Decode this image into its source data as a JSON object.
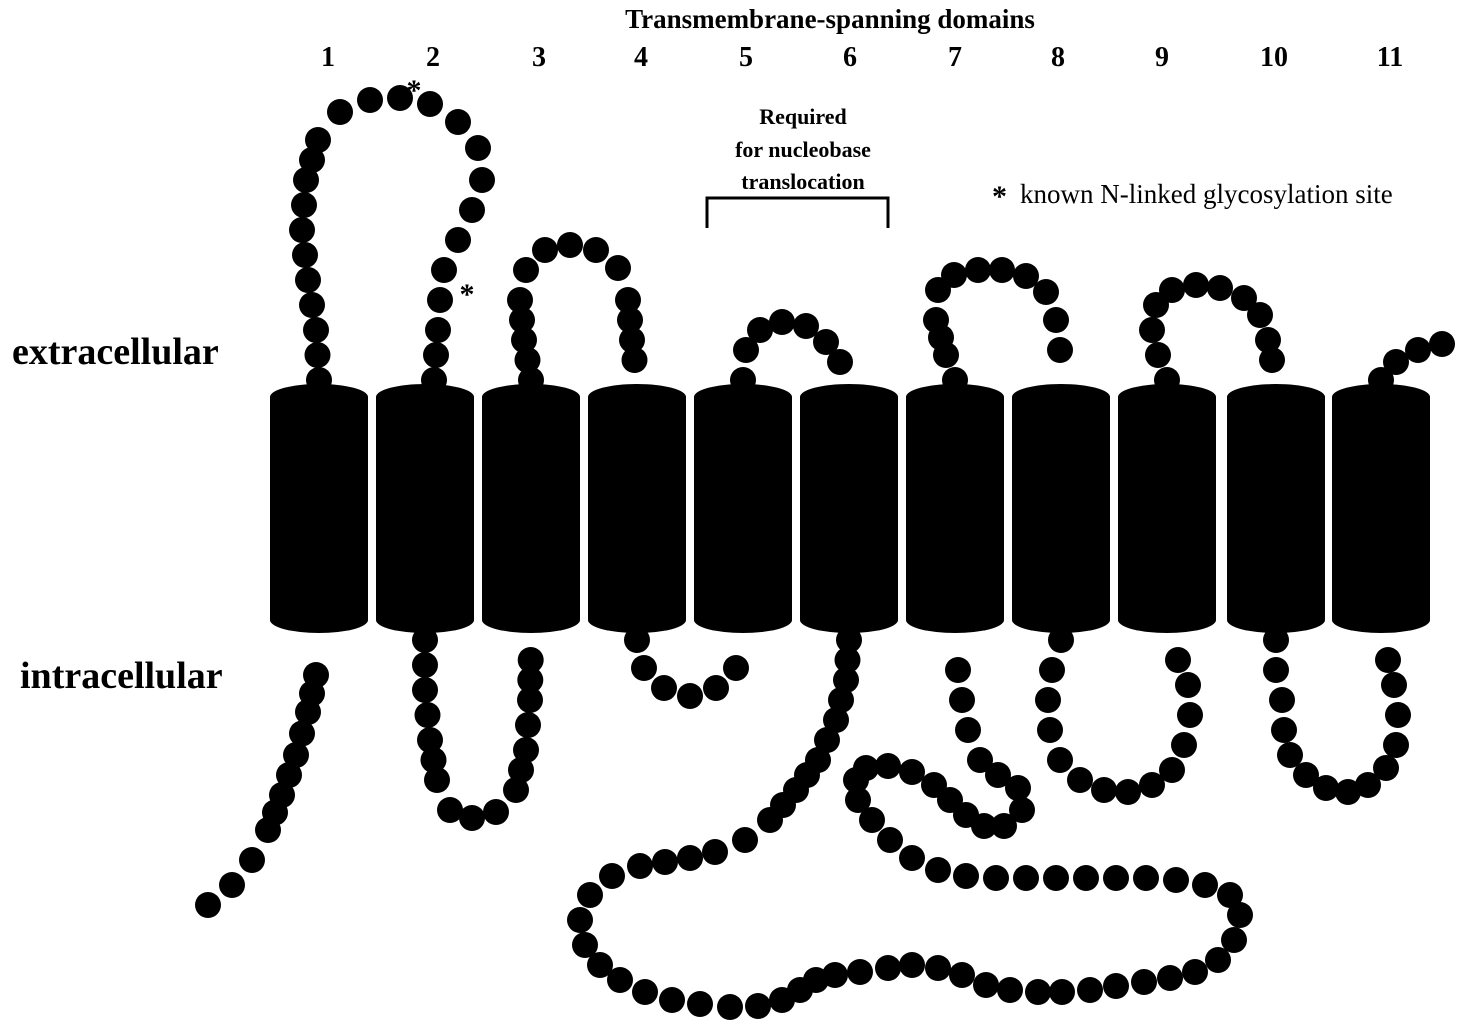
{
  "title": "Transmembrane-spanning domains",
  "domains": [
    "1",
    "2",
    "3",
    "4",
    "5",
    "6",
    "7",
    "8",
    "9",
    "10",
    "11"
  ],
  "side_labels": {
    "extracellular": "extracellular",
    "intracellular": "intracellular"
  },
  "required_region": {
    "line1": "Required",
    "line2": "for nucleobase",
    "line3": "translocation"
  },
  "glyco_marker": "*",
  "legend": {
    "asterisk": "*",
    "text": "known N-linked glycosylation site"
  },
  "colors": {
    "foreground": "#000000",
    "background": "#ffffff"
  }
}
